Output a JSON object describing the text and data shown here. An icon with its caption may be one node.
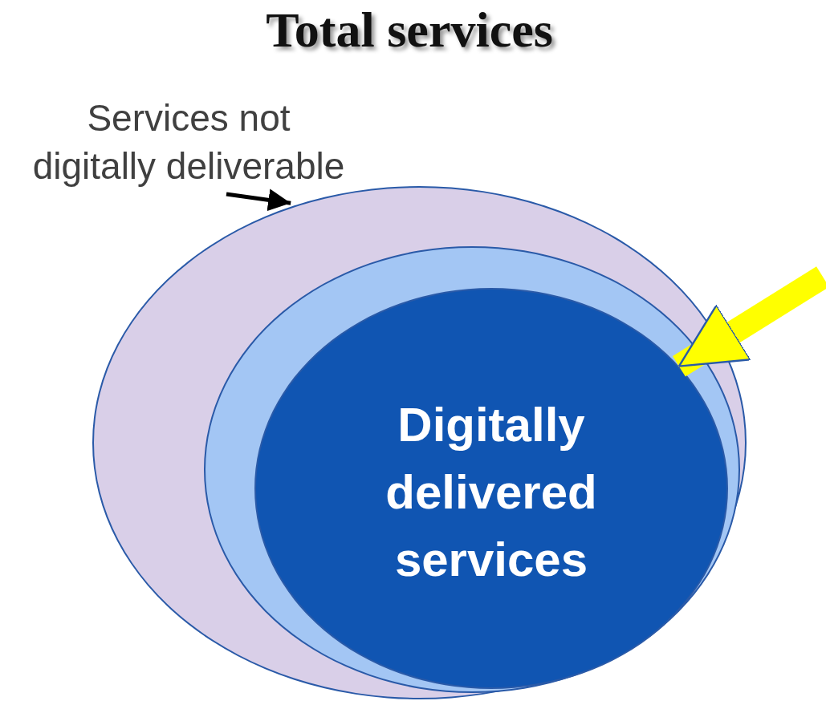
{
  "diagram": {
    "title": "Total services",
    "nodes": [
      {
        "text": [],
        "shape": "ellipse"
      },
      {
        "text": [],
        "shape": "ellipse",
        "in": 0
      },
      {
        "text": [
          "Digitally delivered services"
        ],
        "in": 1
      },
      {
        "text": [
          "Services not digitally deliverable"
        ]
      }
    ],
    "edges": [
      {
        "from": 3,
        "to": 0,
        "arrow": "to"
      },
      {
        "from": null,
        "to": 2,
        "arrow": "to",
        "style": "thick",
        "color": "#ffff00"
      }
    ]
  }
}
